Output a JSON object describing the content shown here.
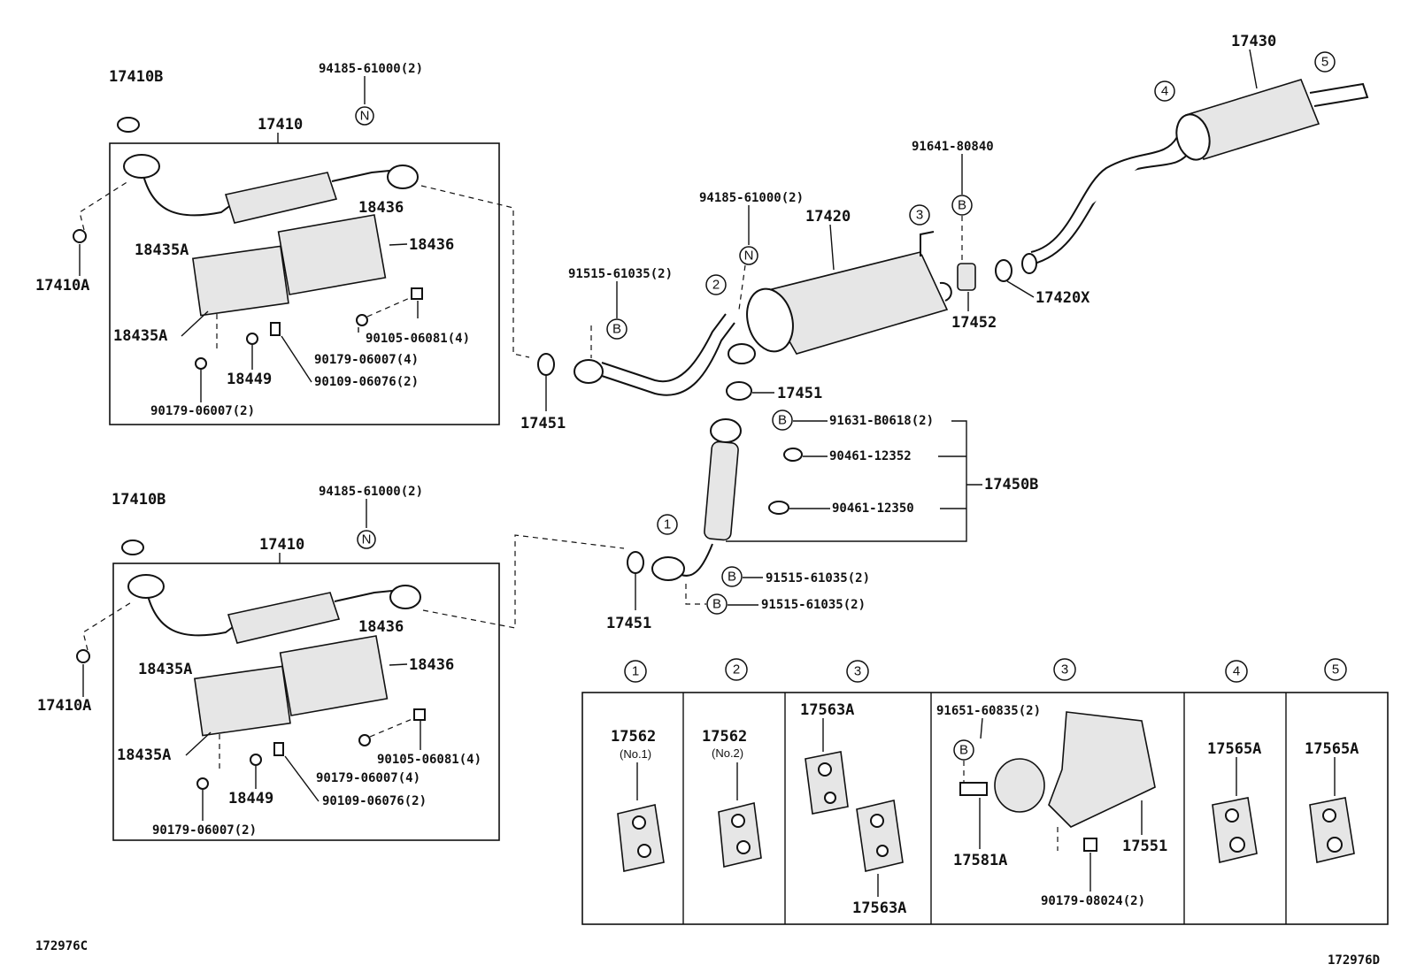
{
  "labels": {
    "t_17410b": "17410B",
    "t_17410": "17410",
    "t_94185": "94185-61000(2)",
    "t_17410a": "17410A",
    "t_18435a": "18435A",
    "t_18436": "18436",
    "t_90105": "90105-06081(4)",
    "t_90179_4": "90179-06007(4)",
    "t_90109": "90109-06076(2)",
    "t_18449": "18449",
    "t_90179_2": "90179-06007(2)",
    "t_17451": "17451",
    "t_91515_2": "91515-61035(2)",
    "t_17420": "17420",
    "t_91641": "91641-80840",
    "t_17452": "17452",
    "t_17420x": "17420X",
    "t_17430": "17430",
    "t_91631": "91631-B0618(2)",
    "t_90461_12352": "90461-12352",
    "t_90461_12350": "90461-12350",
    "t_17450b": "17450B",
    "t_17562": "17562",
    "t_no1": "(No.1)",
    "t_no2": "(No.2)",
    "t_17563a": "17563A",
    "t_91651": "91651-60835(2)",
    "t_17581a": "17581A",
    "t_17551": "17551",
    "t_90179_08024": "90179-08024(2)",
    "t_17565a": "17565A",
    "t_fig_c": "172976C",
    "t_fig_d": "172976D"
  },
  "markers": {
    "n": "N",
    "b": "B",
    "c1": "1",
    "c2": "2",
    "c3": "3",
    "c4": "4",
    "c5": "5"
  }
}
